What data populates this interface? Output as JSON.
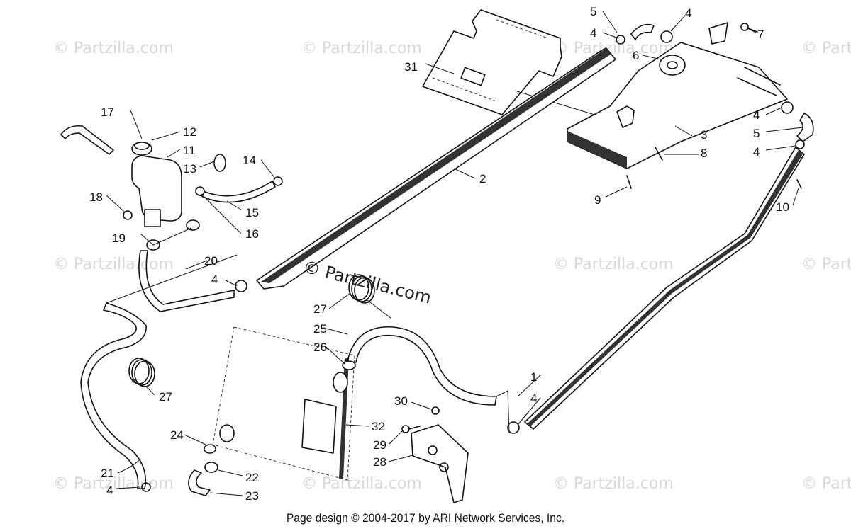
{
  "watermark": "© Partzilla.com",
  "center_watermark": "© Partzilla.com",
  "footer": "Page design © 2004-2017 by ARI Network Services, Inc.",
  "callouts": [
    "1",
    "2",
    "3",
    "4",
    "5",
    "6",
    "7",
    "8",
    "9",
    "10",
    "11",
    "12",
    "13",
    "14",
    "15",
    "16",
    "17",
    "18",
    "19",
    "20",
    "21",
    "22",
    "23",
    "24",
    "25",
    "26",
    "27",
    "28",
    "29",
    "30",
    "31",
    "32"
  ]
}
